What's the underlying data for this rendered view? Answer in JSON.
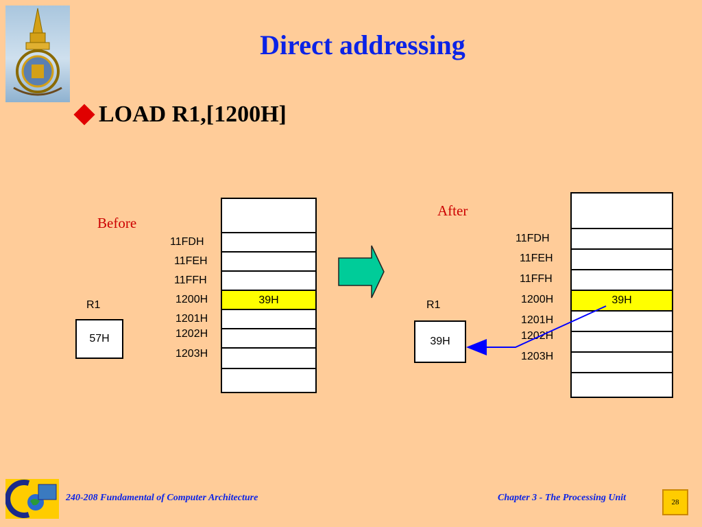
{
  "slide": {
    "title": "Direct addressing",
    "instruction": "LOAD R1,[1200H]"
  },
  "before": {
    "caption": "Before",
    "register": {
      "label": "R1",
      "value": "57H"
    },
    "addresses": [
      "11FDH",
      "11FEH",
      "11FFH",
      "1200H",
      "1201H",
      "1202H",
      "1203H"
    ],
    "highlight_value": "39H"
  },
  "after": {
    "caption": "After",
    "register": {
      "label": "R1",
      "value": "39H"
    },
    "addresses": [
      "11FDH",
      "11FEH",
      "11FFH",
      "1200H",
      "1201H",
      "1202H",
      "1203H"
    ],
    "highlight_value": "39H"
  },
  "footer": {
    "course": "240-208 Fundamental of Computer Architecture",
    "chapter": "Chapter 3 - The Processing Unit",
    "page_number": "28"
  },
  "colors": {
    "background": "#ffcc99",
    "title": "#0b23e6",
    "caption": "#cc0000",
    "highlight": "#ffff00",
    "arrow_fill": "#00cc99",
    "pointer_line": "#0000ff"
  }
}
